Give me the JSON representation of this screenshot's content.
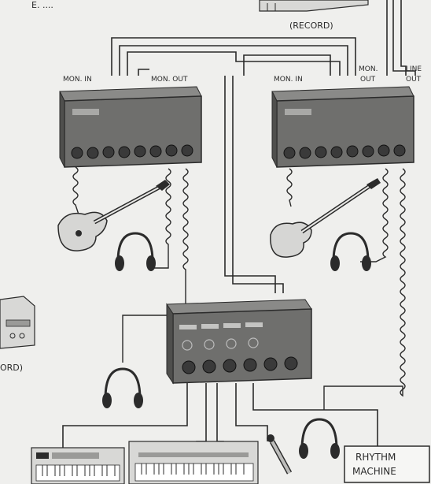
{
  "labels": {
    "top_left_fragment": "E. ....",
    "record_top": "(RECORD)",
    "record_left": "ORD)",
    "mon_in_left": "MON. IN",
    "mon_out_left": "MON. OUT",
    "mon_in_right": "MON. IN",
    "mon_out_right_1": "MON.",
    "mon_out_right_2": "OUT",
    "line_out_1": "LINE",
    "line_out_2": "OUT",
    "rhythm_1": "RHYTHM",
    "rhythm_2": "MACHINE"
  },
  "colors": {
    "background": "#efefed",
    "unit": "#6f6f6d",
    "line": "#2a2a2a"
  }
}
